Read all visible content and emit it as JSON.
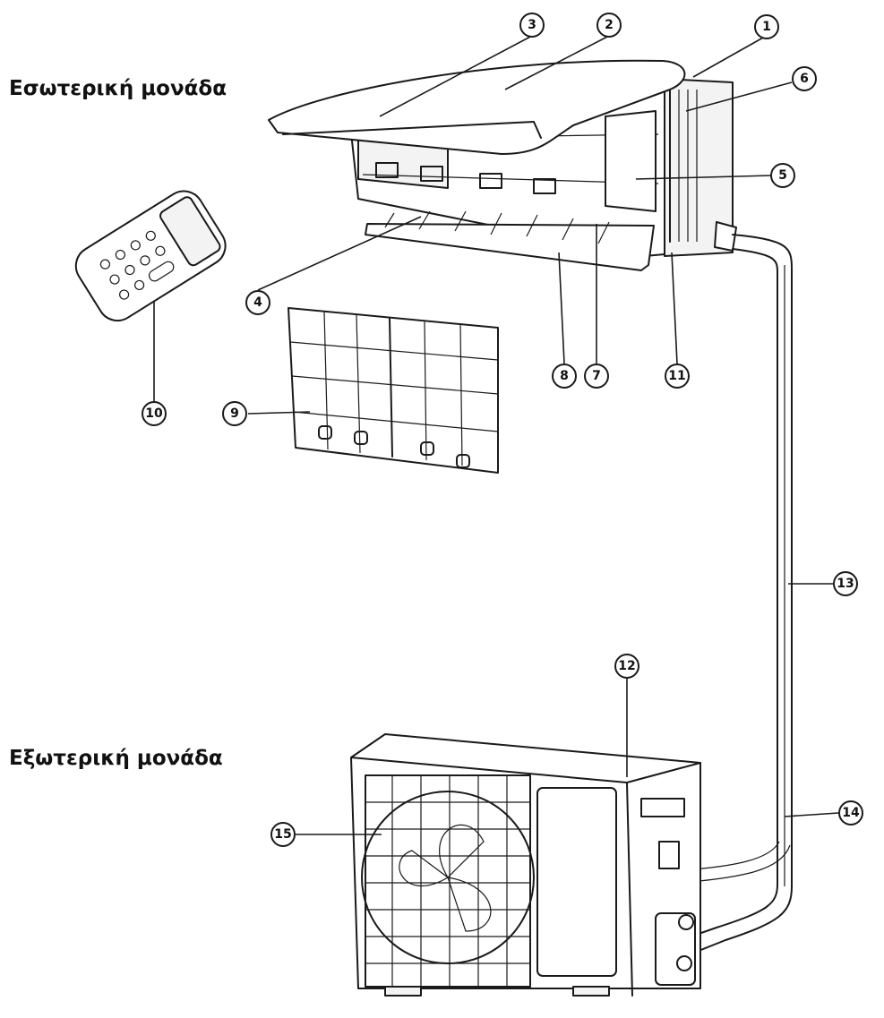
{
  "titles": {
    "indoor_unit": "Εσωτερική μονάδα",
    "outdoor_unit": "Εξωτερική μονάδα"
  },
  "callouts": [
    {
      "id": "1",
      "label": "1"
    },
    {
      "id": "2",
      "label": "2"
    },
    {
      "id": "3",
      "label": "3"
    },
    {
      "id": "4",
      "label": "4"
    },
    {
      "id": "5",
      "label": "5"
    },
    {
      "id": "6",
      "label": "6"
    },
    {
      "id": "7",
      "label": "7"
    },
    {
      "id": "8",
      "label": "8"
    },
    {
      "id": "9",
      "label": "9"
    },
    {
      "id": "10",
      "label": "10"
    },
    {
      "id": "11",
      "label": "11"
    },
    {
      "id": "12",
      "label": "12"
    },
    {
      "id": "13",
      "label": "13"
    },
    {
      "id": "14",
      "label": "14"
    },
    {
      "id": "15",
      "label": "15"
    }
  ]
}
